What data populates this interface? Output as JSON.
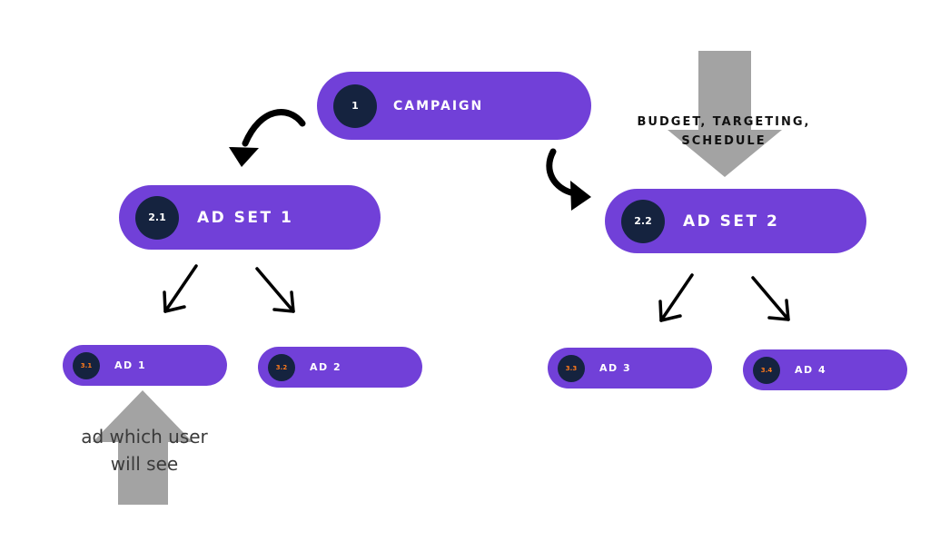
{
  "nodes": {
    "campaign": {
      "number": "1",
      "label": "CAMPAIGN"
    },
    "adset1": {
      "number": "2.1",
      "label": "AD SET 1"
    },
    "adset2": {
      "number": "2.2",
      "label": "AD SET 2"
    },
    "ad1": {
      "number": "3.1",
      "label": "AD 1"
    },
    "ad2": {
      "number": "3.2",
      "label": "AD 2"
    },
    "ad3": {
      "number": "3.3",
      "label": "AD 3"
    },
    "ad4": {
      "number": "3.4",
      "label": "AD 4"
    }
  },
  "annotations": {
    "budget": "BUDGET, TARGETING, SCHEDULE",
    "user": "ad which user will see"
  },
  "colors": {
    "pill": "#7140d8",
    "badge": "#15233f",
    "ad_number": "#ff7a1a",
    "block_arrow": "#a3a3a3",
    "arrow": "#000000"
  }
}
